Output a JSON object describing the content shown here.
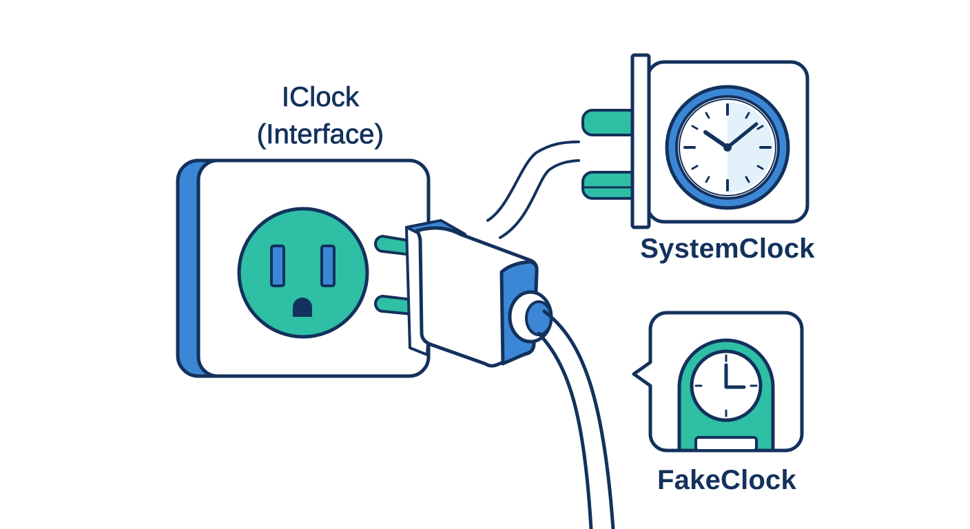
{
  "interface_label": {
    "line1": "IClock",
    "line2": "(Interface)"
  },
  "system_clock_label": "SystemClock",
  "fake_clock_label": "FakeClock",
  "colors": {
    "outline": "#13315c",
    "blue": "#3b87d6",
    "teal": "#2ebfa5",
    "light_blue": "#e3f2fa",
    "white": "#ffffff"
  },
  "icons": {
    "outlet": "wall-outlet-icon",
    "plug": "plug-icon",
    "system_clock": "analog-clock-icon",
    "fake_clock": "toy-clock-icon"
  }
}
